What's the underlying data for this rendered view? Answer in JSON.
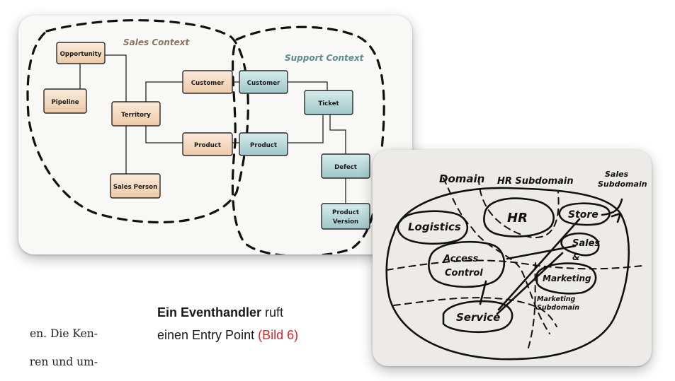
{
  "ddd_diagram": {
    "sales_context_title": "Sales Context",
    "support_context_title": "Support Context",
    "sales_nodes": {
      "opportunity": "Opportunity",
      "pipeline": "Pipeline",
      "territory": "Territory",
      "customer": "Customer",
      "product": "Product",
      "sales_person": "Sales Person"
    },
    "support_nodes": {
      "customer": "Customer",
      "ticket": "Ticket",
      "product": "Product",
      "defect": "Defect",
      "product_version_line1": "Product",
      "product_version_line2": "Version"
    },
    "colors": {
      "sales_title": "#8a7460",
      "support_title": "#5f8b8f",
      "sales_node": "#f4dcc4",
      "support_node": "#b9d8d8"
    }
  },
  "sketch": {
    "labels": {
      "domain": "Domain",
      "hr_subdomain": "HR Subdomain",
      "sales_subdomain_line1": "Sales",
      "sales_subdomain_line2": "Subdomain",
      "logistics": "Logistics",
      "hr": "HR",
      "store": "Store",
      "access_control_line1": "Access",
      "access_control_line2": "Control",
      "sales_line1": "Sales",
      "sales_line2": "&",
      "sales_line3": "Marketing",
      "marketing_subdomain_line1": "Marketing",
      "marketing_subdomain_line2": "Subdomain",
      "service": "Service"
    }
  },
  "caption": {
    "bold": "Ein Eventhandler",
    "rest1": " ruft",
    "line2": "einen Entry Point ",
    "ref": "(Bild 6)"
  },
  "body_fragments": {
    "line1": "en. Die Ken-",
    "line2": "ren und um-"
  }
}
